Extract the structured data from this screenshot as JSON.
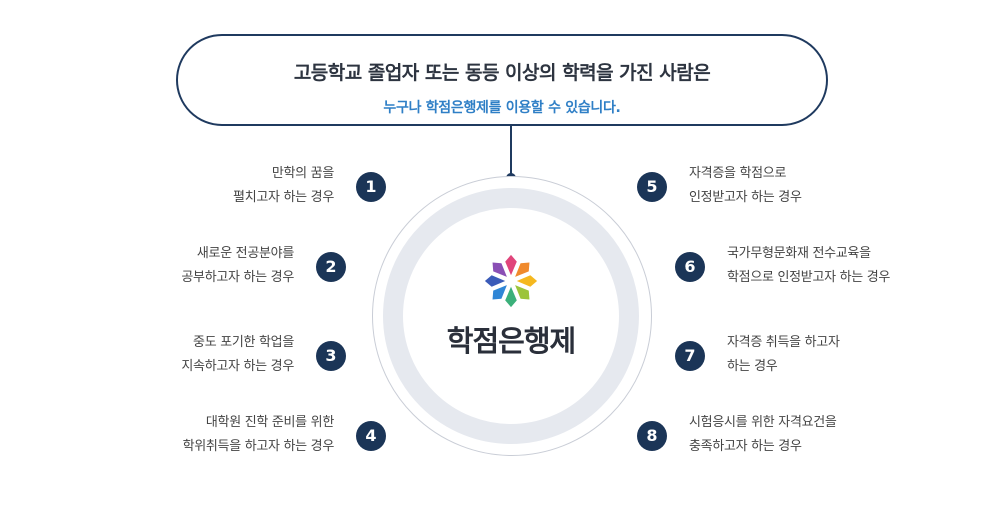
{
  "banner": {
    "title": "고등학교 졸업자 또는 동등 이상의 학력을 가진 사람은",
    "subtitle": "누구나 학점은행제를 이용할 수 있습니다."
  },
  "center": {
    "logo_icon": "flower-logo-icon",
    "title": "학점은행제"
  },
  "items": [
    {
      "number": "1",
      "line1": "만학의 꿈을",
      "line2": "펼치고자 하는 경우"
    },
    {
      "number": "2",
      "line1": "새로운 전공분야를",
      "line2": "공부하고자 하는 경우"
    },
    {
      "number": "3",
      "line1": "중도 포기한 학업을",
      "line2": "지속하고자 하는 경우"
    },
    {
      "number": "4",
      "line1": "대학원 진학 준비를 위한",
      "line2": "학위취득을 하고자 하는 경우"
    },
    {
      "number": "5",
      "line1": "자격증을 학점으로",
      "line2": "인정받고자 하는 경우"
    },
    {
      "number": "6",
      "line1": "국가무형문화재 전수교육을",
      "line2": "학점으로 인정받고자 하는 경우"
    },
    {
      "number": "7",
      "line1": "자격증 취득을 하고자",
      "line2": "하는 경우"
    },
    {
      "number": "8",
      "line1": "시험응시를 위한 자격요건을",
      "line2": "충족하고자 하는 경우"
    }
  ],
  "colors": {
    "navy": "#1b3557",
    "accent_blue": "#2f7fc6",
    "ring": "#e6e9ef"
  }
}
